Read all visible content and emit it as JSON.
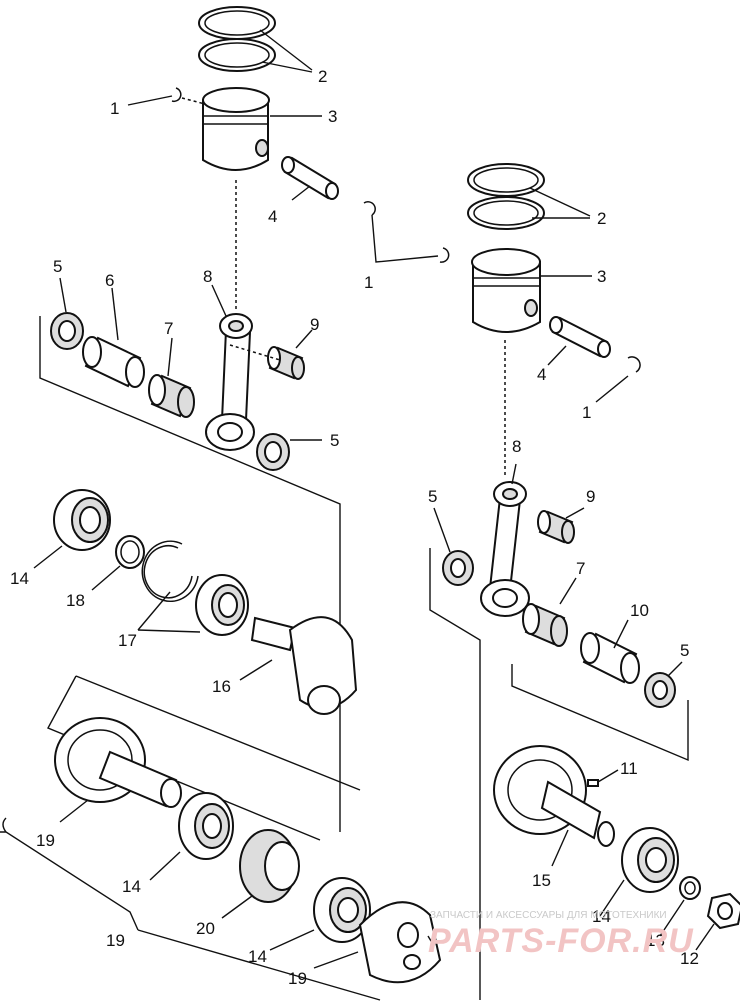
{
  "callouts": {
    "c_2a": "2",
    "c_1a": "1",
    "c_3a": "3",
    "c_4a": "4",
    "c_2b": "2",
    "c_1b": "1",
    "c_3b": "3",
    "c_5a": "5",
    "c_6": "6",
    "c_8a": "8",
    "c_9a": "9",
    "c_7a": "7",
    "c_4b": "4",
    "c_1c": "1",
    "c_5b": "5",
    "c_8b": "8",
    "c_5c": "5",
    "c_9b": "9",
    "c_14a": "14",
    "c_18": "18",
    "c_17": "17",
    "c_16": "16",
    "c_7b": "7",
    "c_10": "10",
    "c_5d": "5",
    "c_11": "11",
    "c_19a": "19",
    "c_15": "15",
    "c_14b": "14",
    "c_14c": "14",
    "c_20": "20",
    "c_14d": "14",
    "c_19b": "19",
    "c_13": "13",
    "c_19c": "19",
    "c_12": "12"
  },
  "watermark": {
    "caption": "ЗАПЧАСТИ И АКСЕССУАРЫ ДЛЯ МОТОТЕХНИКИ",
    "brand": "PARTS-FOR.RU"
  }
}
